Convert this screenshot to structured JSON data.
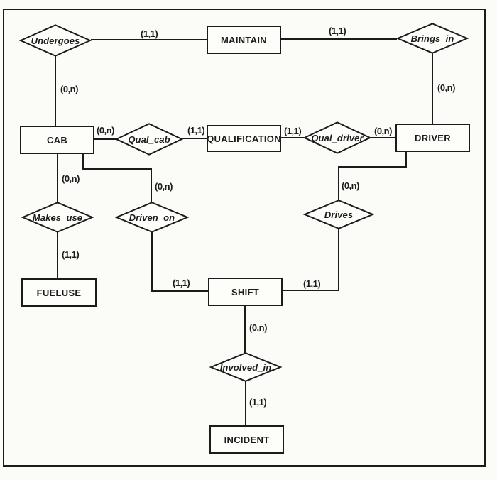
{
  "diagram": {
    "kind": "entity-relationship-diagram",
    "colors": {
      "line": "#1b1b1b",
      "paper": "#fbfbf8",
      "shape_fill": "#fdfdfa"
    },
    "entities": [
      {
        "label": "MAINTAIN"
      },
      {
        "label": "CAB"
      },
      {
        "label": "QUALIFICATION"
      },
      {
        "label": "DRIVER"
      },
      {
        "label": "FUELUSE"
      },
      {
        "label": "SHIFT"
      },
      {
        "label": "INCIDENT"
      }
    ],
    "relationships": [
      {
        "label": "Undergoes",
        "entity1": "CAB",
        "card1": "(0,n)",
        "entity2": "MAINTAIN",
        "card2": "(1,1)"
      },
      {
        "label": "Brings_in",
        "entity1": "DRIVER",
        "card1": "(0,n)",
        "entity2": "MAINTAIN",
        "card2": "(1,1)"
      },
      {
        "label": "Qual_cab",
        "entity1": "CAB",
        "card1": "(0,n)",
        "entity2": "QUALIFICATION",
        "card2": "(1,1)"
      },
      {
        "label": "Qual_driver",
        "entity1": "DRIVER",
        "card1": "(0,n)",
        "entity2": "QUALIFICATION",
        "card2": "(1,1)"
      },
      {
        "label": "Makes_use",
        "entity1": "CAB",
        "card1": "(0,n)",
        "entity2": "FUELUSE",
        "card2": "(1,1)"
      },
      {
        "label": "Driven_on",
        "entity1": "CAB",
        "card1": "(0,n)",
        "entity2": "SHIFT",
        "card2": "(1,1)"
      },
      {
        "label": "Drives",
        "entity1": "DRIVER",
        "card1": "(0,n)",
        "entity2": "SHIFT",
        "card2": "(1,1)"
      },
      {
        "label": "Involved_in",
        "entity1": "SHIFT",
        "card1": "(0,n)",
        "entity2": "INCIDENT",
        "card2": "(1,1)"
      }
    ]
  }
}
